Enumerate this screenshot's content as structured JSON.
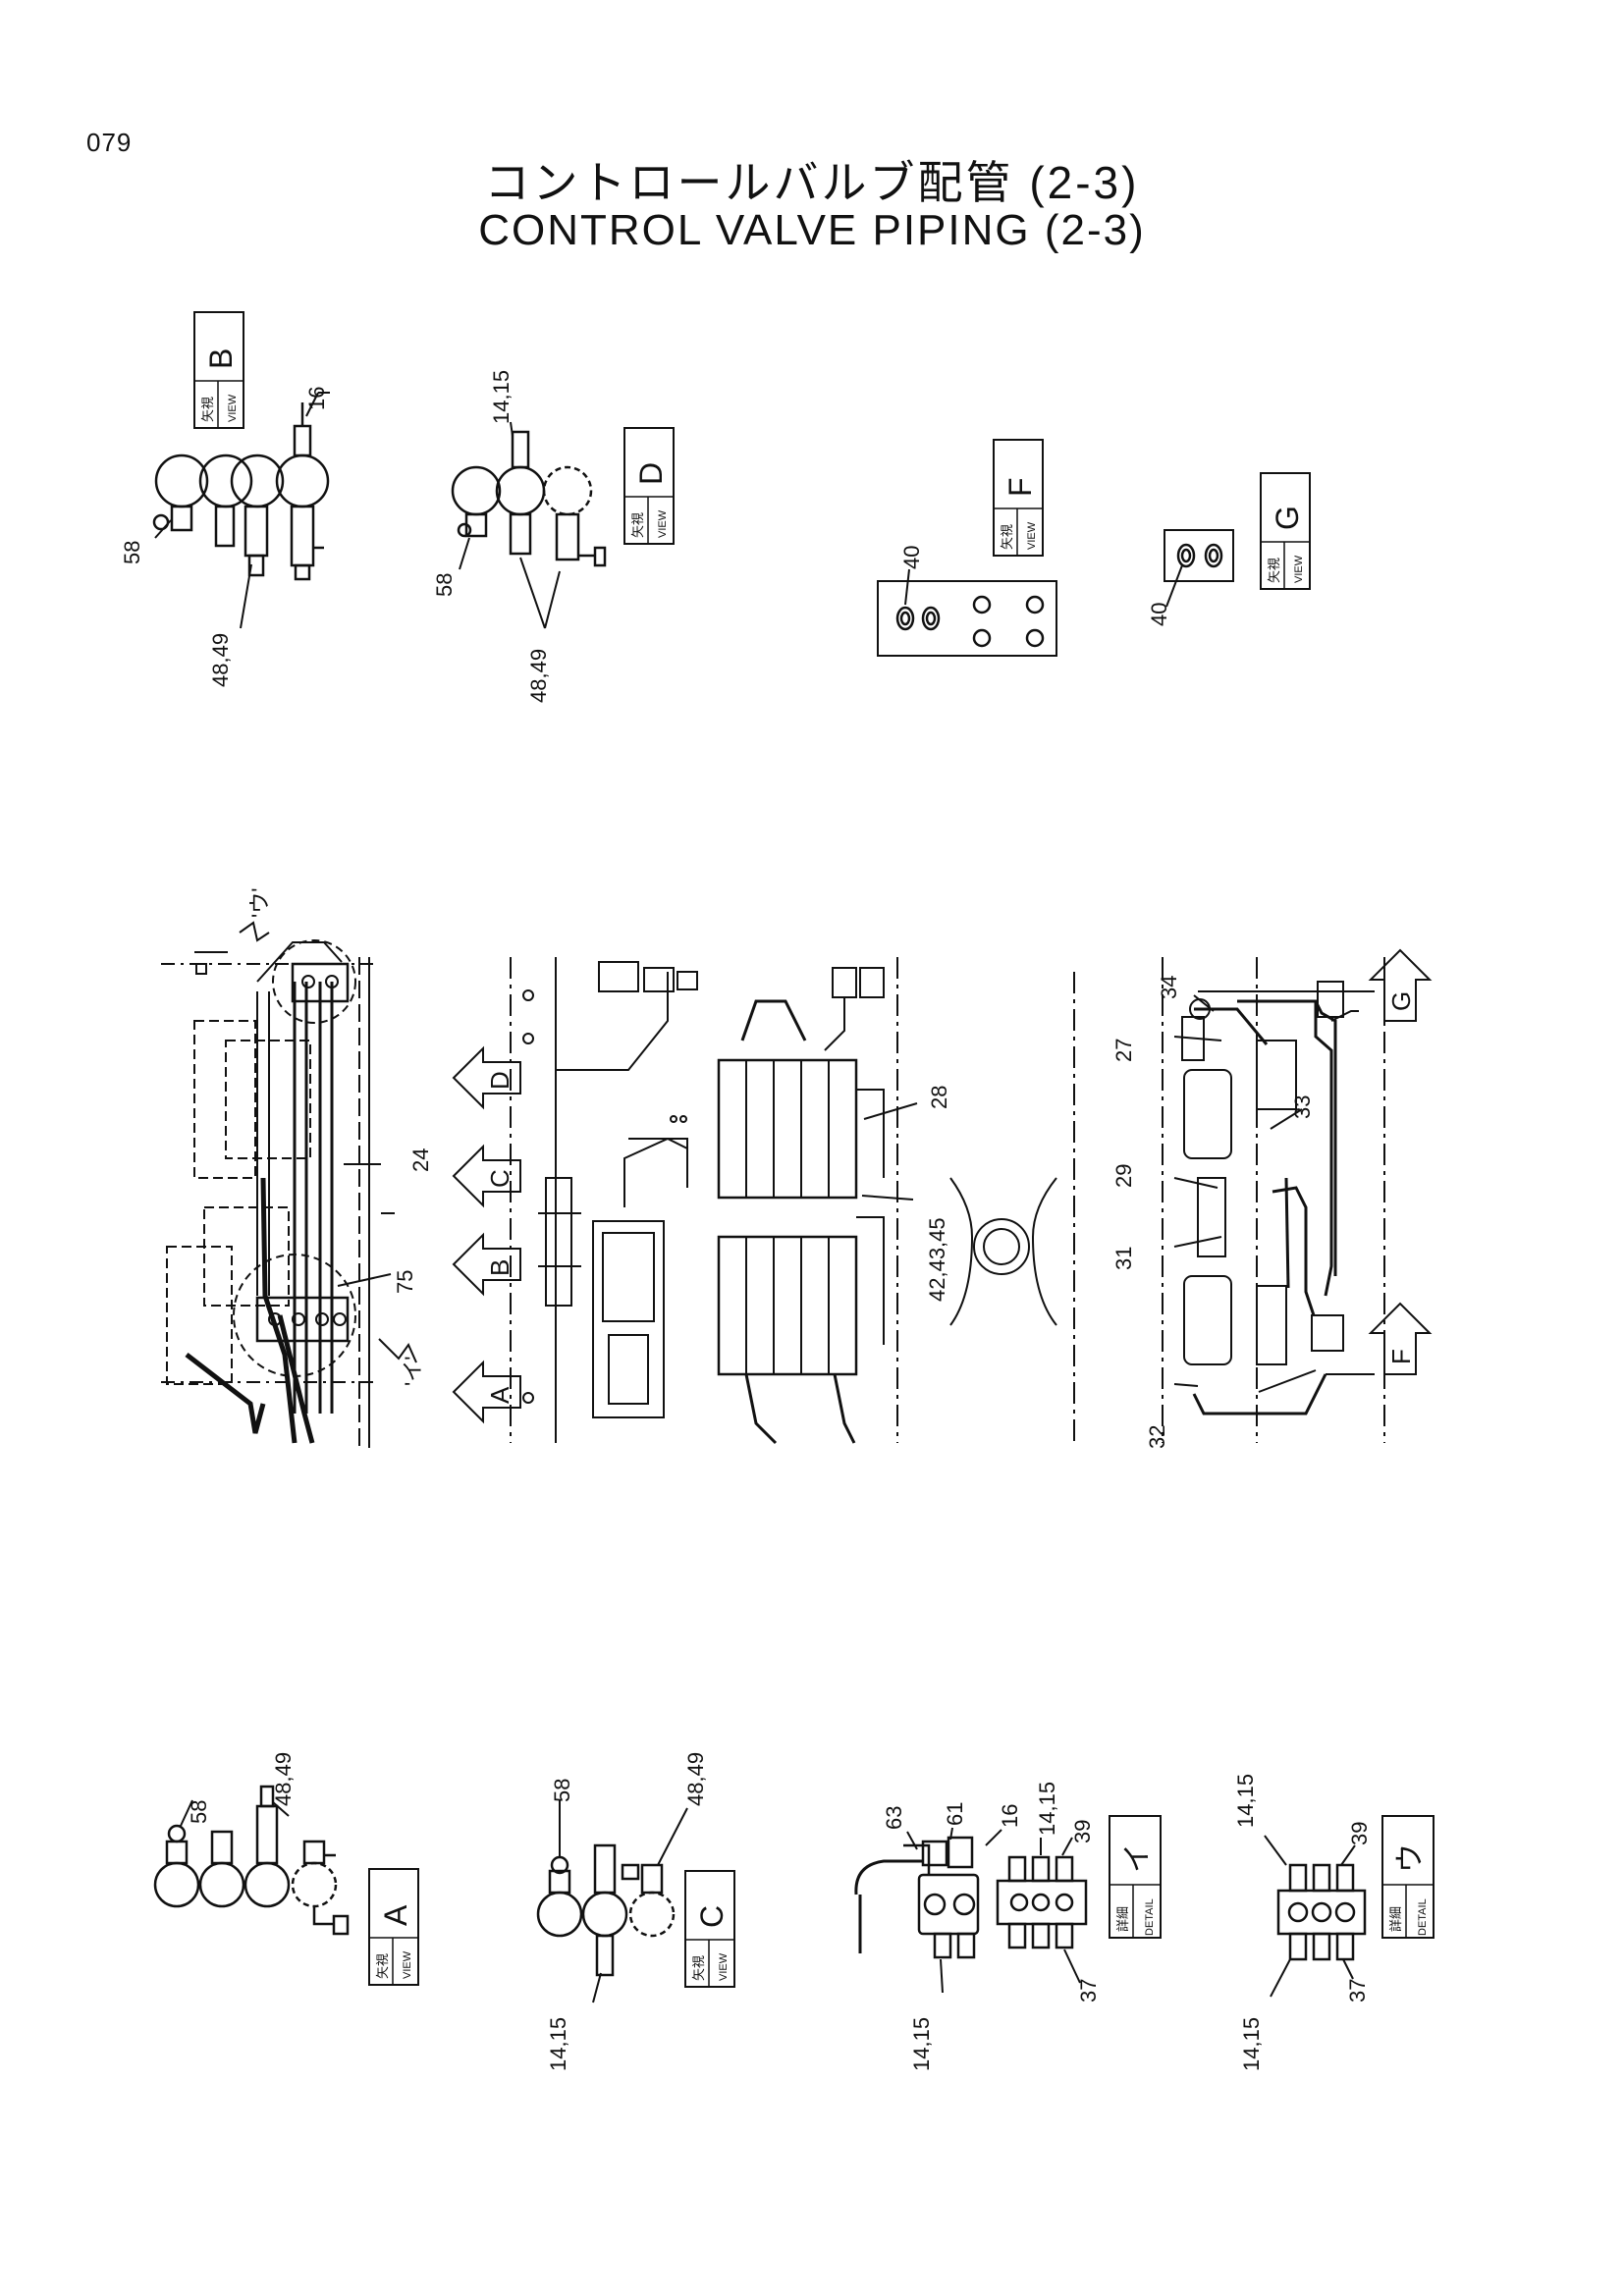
{
  "page_number": "079",
  "title_jp": "コントロールバルブ配管 (2-3)",
  "title_en": "CONTROL VALVE PIPING (2-3)",
  "view_labels": {
    "jp": "矢視",
    "en": "VIEW",
    "B": "B",
    "D": "D",
    "F": "F",
    "G": "G",
    "A": "A",
    "C": "C"
  },
  "detail_labels": {
    "jp": "詳細",
    "en": "DETAIL",
    "i": "イ",
    "u": "ウ"
  },
  "main_arrows": [
    "D",
    "C",
    "B",
    "A",
    "G",
    "F"
  ],
  "main_markers": {
    "u": "'ウ'",
    "i": "'イ'"
  },
  "part_numbers": {
    "p58": "58",
    "p48_49": "48,49",
    "p16": "16",
    "p14_15": "14,15",
    "p40": "40",
    "p24": "24",
    "p75": "75",
    "p28": "28",
    "p42_43_45": "42,43,45",
    "p34": "34",
    "p27": "27",
    "p33": "33",
    "p29": "29",
    "p31": "31",
    "p32": "32",
    "p63": "63",
    "p61": "61",
    "p39": "39",
    "p37": "37"
  }
}
